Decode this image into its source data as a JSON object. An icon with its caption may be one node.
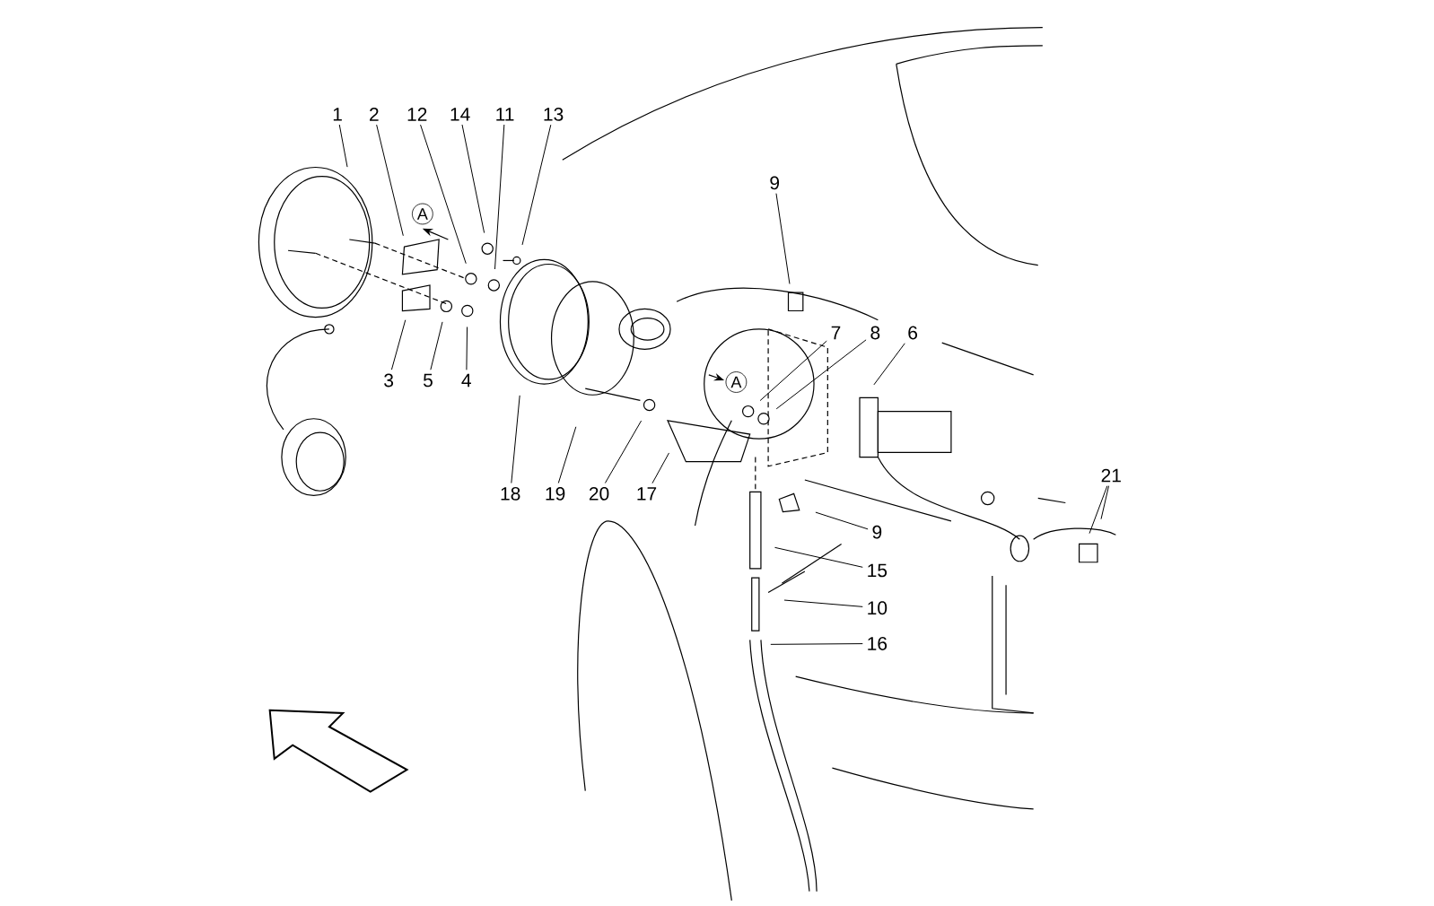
{
  "diagram": {
    "nodes": [
      {
        "text": [
          "1"
        ]
      },
      {
        "text": [
          "2"
        ]
      },
      {
        "text": [
          "12"
        ]
      },
      {
        "text": [
          "14"
        ]
      },
      {
        "text": [
          "11"
        ]
      },
      {
        "text": [
          "13"
        ]
      },
      {
        "text": [
          "9"
        ]
      },
      {
        "text": [
          "7"
        ]
      },
      {
        "text": [
          "8"
        ]
      },
      {
        "text": [
          "6"
        ]
      },
      {
        "text": [
          "3"
        ]
      },
      {
        "text": [
          "5"
        ]
      },
      {
        "text": [
          "4"
        ]
      },
      {
        "text": [
          "18"
        ]
      },
      {
        "text": [
          "19"
        ]
      },
      {
        "text": [
          "20"
        ]
      },
      {
        "text": [
          "17"
        ]
      },
      {
        "text": [
          "21"
        ]
      },
      {
        "text": [
          "9"
        ]
      },
      {
        "text": [
          "15"
        ]
      },
      {
        "text": [
          "10"
        ]
      },
      {
        "text": [
          "16"
        ]
      }
    ],
    "edges": [
      {
        "from": 0,
        "to": null,
        "arrow": "none"
      },
      {
        "from": 1,
        "to": null,
        "arrow": "none"
      },
      {
        "from": 2,
        "to": null,
        "arrow": "none"
      },
      {
        "from": 3,
        "to": null,
        "arrow": "none"
      },
      {
        "from": 4,
        "to": null,
        "arrow": "none"
      },
      {
        "from": 5,
        "to": null,
        "arrow": "none"
      },
      {
        "from": 6,
        "to": null,
        "arrow": "none"
      },
      {
        "from": 7,
        "to": null,
        "arrow": "none"
      },
      {
        "from": 8,
        "to": null,
        "arrow": "none"
      },
      {
        "from": 9,
        "to": null,
        "arrow": "none"
      },
      {
        "from": 10,
        "to": null,
        "arrow": "none"
      },
      {
        "from": 11,
        "to": null,
        "arrow": "none"
      },
      {
        "from": 12,
        "to": null,
        "arrow": "none"
      },
      {
        "from": 13,
        "to": null,
        "arrow": "none"
      },
      {
        "from": 14,
        "to": null,
        "arrow": "none"
      },
      {
        "from": 15,
        "to": null,
        "arrow": "none"
      },
      {
        "from": 16,
        "to": null,
        "arrow": "none"
      },
      {
        "from": 17,
        "to": null,
        "arrow": "none"
      },
      {
        "from": 17,
        "to": null,
        "arrow": "none"
      },
      {
        "from": 18,
        "to": null,
        "arrow": "none"
      },
      {
        "from": 19,
        "to": null,
        "arrow": "none"
      },
      {
        "from": 20,
        "to": null,
        "arrow": "none"
      },
      {
        "from": 21,
        "to": null,
        "arrow": "none"
      }
    ],
    "labels": [
      "A",
      "A"
    ]
  }
}
